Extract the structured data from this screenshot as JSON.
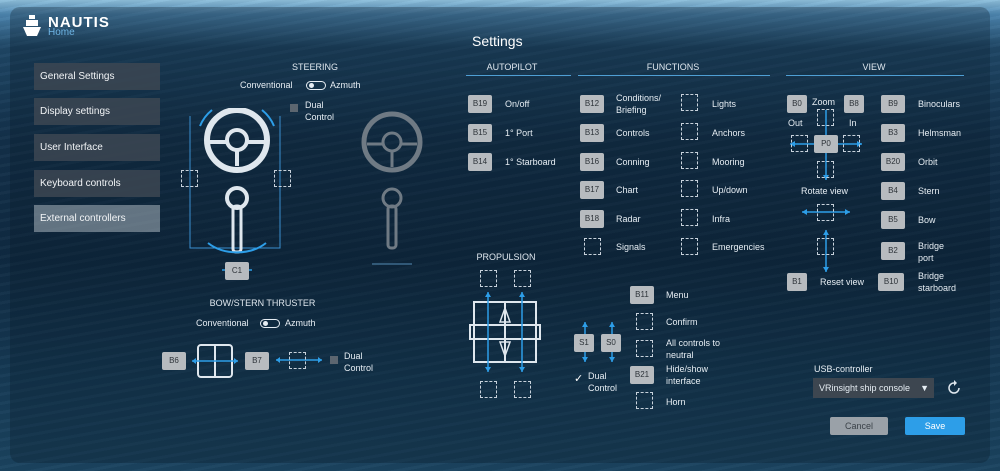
{
  "app": {
    "brand": "NAUTIS",
    "sub": "Home"
  },
  "page_title": "Settings",
  "nav": [
    "General Settings",
    "Display settings",
    "User Interface",
    "Keyboard controls",
    "External controllers"
  ],
  "steering": {
    "title": "STEERING",
    "toggle_left": "Conventional",
    "toggle_right": "Azmuth",
    "dual_control": "Dual Control",
    "key_wheel": "C1"
  },
  "thruster": {
    "title": "BOW/STERN THRUSTER",
    "toggle_left": "Conventional",
    "toggle_right": "Azmuth",
    "key_left": "B6",
    "key_right": "B7",
    "dual_control": "Dual Control"
  },
  "autopilot": {
    "title": "AUTOPILOT",
    "items": [
      {
        "key": "B19",
        "label": "On/off"
      },
      {
        "key": "B15",
        "label": "1° Port"
      },
      {
        "key": "B14",
        "label": "1° Starboard"
      }
    ]
  },
  "propulsion": {
    "title": "PROPULSION"
  },
  "functions": {
    "title": "FUNCTIONS",
    "left": [
      {
        "key": "B12",
        "label": "Conditions/ Briefing"
      },
      {
        "key": "B13",
        "label": "Controls"
      },
      {
        "key": "B16",
        "label": "Conning"
      },
      {
        "key": "B17",
        "label": "Chart"
      },
      {
        "key": "B18",
        "label": "Radar"
      },
      {
        "key": "",
        "label": "Signals"
      }
    ],
    "right": [
      "Lights",
      "Anchors",
      "Mooring",
      "Up/down",
      "Infra",
      "Emergencies"
    ]
  },
  "menu": {
    "key_menu": "B11",
    "menu": "Menu",
    "confirm": "Confirm",
    "neutral": "All controls to neutral",
    "hide_show": "Hide/show interface",
    "key_hide": "B21",
    "horn": "Horn",
    "key_s1": "S1",
    "key_s0": "S0",
    "dual_control": "Dual Control"
  },
  "view": {
    "title": "VIEW",
    "zoom": "Zoom",
    "out": "Out",
    "in": "In",
    "key_out": "B0",
    "key_in": "B8",
    "key_center": "P0",
    "rotate": "Rotate view",
    "reset": "Reset view",
    "key_reset": "B1",
    "right": [
      {
        "key": "B9",
        "label": "Binoculars"
      },
      {
        "key": "B3",
        "label": "Helmsman"
      },
      {
        "key": "B20",
        "label": "Orbit"
      },
      {
        "key": "B4",
        "label": "Stern"
      },
      {
        "key": "B5",
        "label": "Bow"
      },
      {
        "key": "B2",
        "label": "Bridge port"
      },
      {
        "key": "B10",
        "label": "Bridge starboard"
      }
    ]
  },
  "usb": {
    "label": "USB-controller",
    "value": "VRinsight ship console"
  },
  "buttons": {
    "cancel": "Cancel",
    "save": "Save"
  },
  "colors": {
    "accent": "#2d9ee8",
    "rule": "#4f9fd4"
  }
}
